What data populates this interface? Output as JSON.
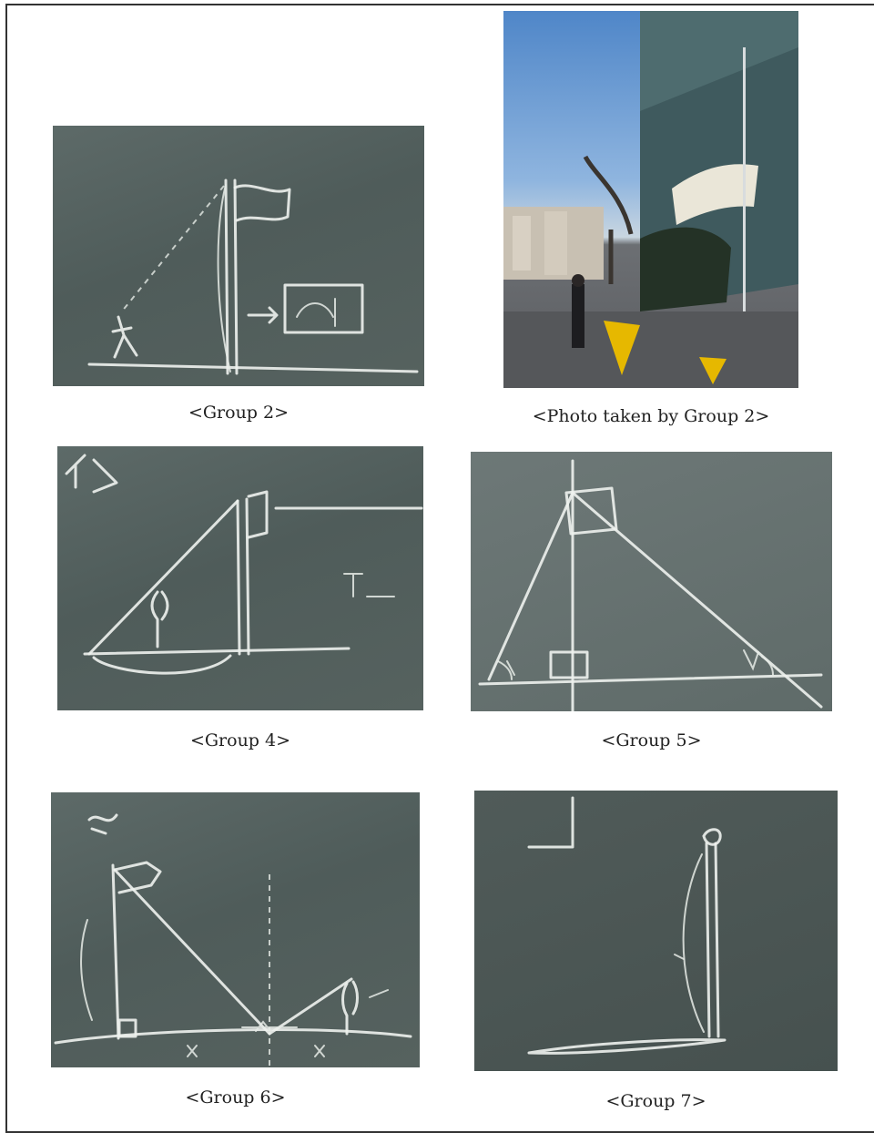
{
  "figures": [
    {
      "id": "group2",
      "caption": "<Group 2>"
    },
    {
      "id": "photo-group2",
      "caption": "<Photo taken by Group 2>"
    },
    {
      "id": "group4",
      "caption": "<Group 4>"
    },
    {
      "id": "group5",
      "caption": "<Group 5>"
    },
    {
      "id": "group6",
      "caption": "<Group 6>"
    },
    {
      "id": "group7",
      "caption": "<Group 7>"
    }
  ],
  "colors": {
    "chalkboard": "#56625f",
    "chalk": "#eef2ee",
    "sky": "#6fa2d8",
    "building": "#3f5a5e"
  }
}
